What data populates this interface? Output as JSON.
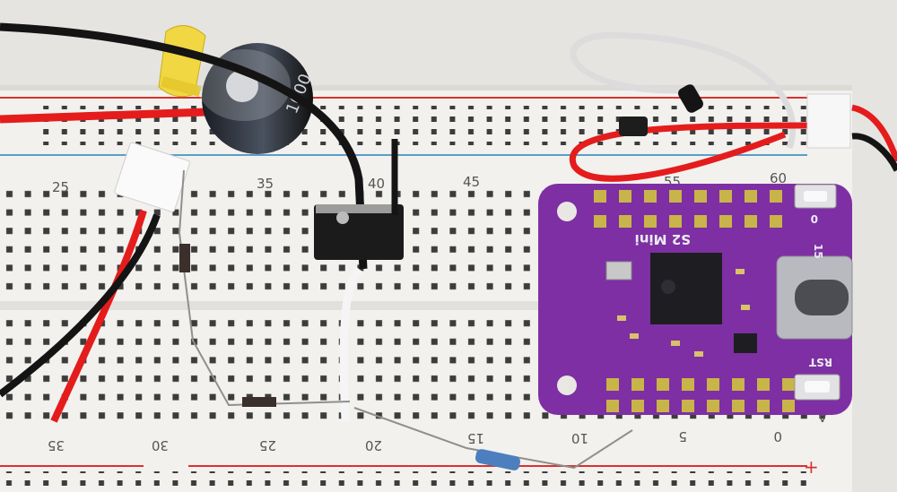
{
  "breadboard": {
    "top_row_numbers": [
      "25",
      "35",
      "40",
      "45",
      "55",
      "60"
    ],
    "bottom_row_numbers": [
      "35",
      "30",
      "25",
      "20",
      "15",
      "10",
      "5",
      "0"
    ],
    "row_letter": "A",
    "rail_plus": "+"
  },
  "board": {
    "model_label": "S2 Mini",
    "button_top_label": "0",
    "side_label": "15",
    "button_bottom_label": "RST"
  },
  "capacitor_marking": "1000",
  "colors": {
    "breadboard": "#f2f1ee",
    "board_purple": "#7e2fa3",
    "wire_red": "#e51c1c",
    "wire_black": "#141414",
    "rail_red": "#d8322e",
    "rail_blue": "#5a9ec9"
  }
}
